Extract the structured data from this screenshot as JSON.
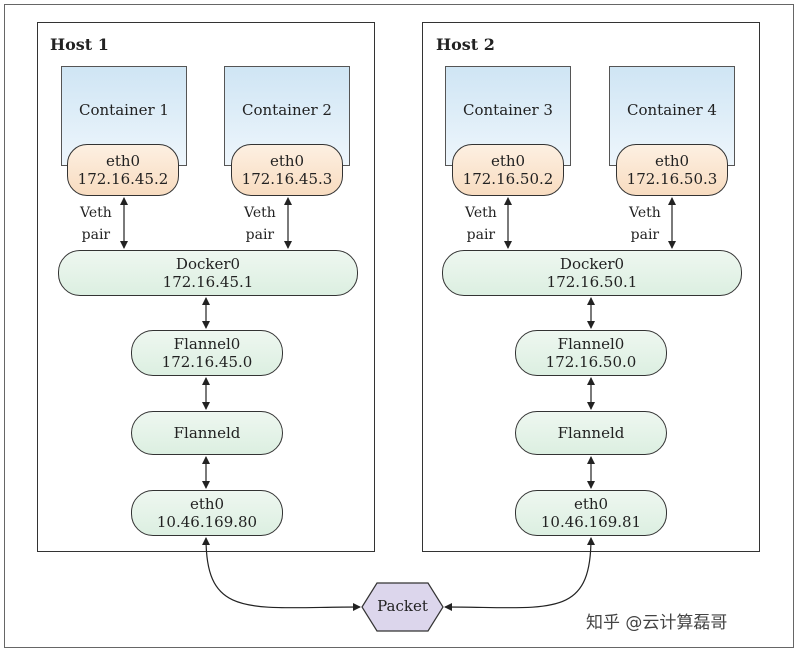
{
  "hosts": [
    {
      "title": "Host 1",
      "containers": [
        {
          "label": "Container 1",
          "eth_name": "eth0",
          "eth_ip": "172.16.45.2"
        },
        {
          "label": "Container 2",
          "eth_name": "eth0",
          "eth_ip": "172.16.45.3"
        }
      ],
      "veth_labels": [
        "Veth",
        "pair"
      ],
      "docker0": {
        "name": "Docker0",
        "ip": "172.16.45.1"
      },
      "flannel0": {
        "name": "Flannel0",
        "ip": "172.16.45.0"
      },
      "flanneld": {
        "name": "Flanneld"
      },
      "eth0": {
        "name": "eth0",
        "ip": "10.46.169.80"
      }
    },
    {
      "title": "Host 2",
      "containers": [
        {
          "label": "Container 3",
          "eth_name": "eth0",
          "eth_ip": "172.16.50.2"
        },
        {
          "label": "Container 4",
          "eth_name": "eth0",
          "eth_ip": "172.16.50.3"
        }
      ],
      "veth_labels": [
        "Veth",
        "pair"
      ],
      "docker0": {
        "name": "Docker0",
        "ip": "172.16.50.1"
      },
      "flannel0": {
        "name": "Flannel0",
        "ip": "172.16.50.0"
      },
      "flanneld": {
        "name": "Flanneld"
      },
      "eth0": {
        "name": "eth0",
        "ip": "10.46.169.81"
      }
    }
  ],
  "packet_label": "Packet",
  "watermark": "知乎 @云计算磊哥",
  "colors": {
    "pill_green": "#dcefe1",
    "pill_orange": "#f8dcc0",
    "container_blue": "#cfe5f4"
  }
}
